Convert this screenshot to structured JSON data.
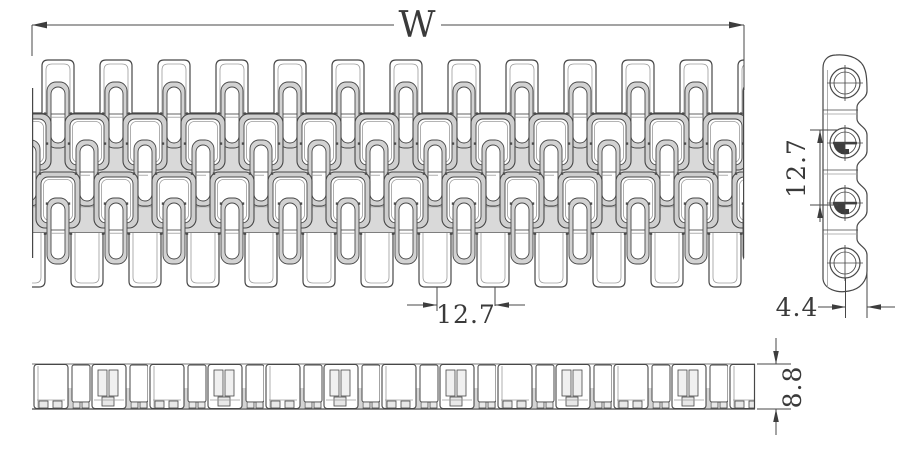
{
  "drawing": {
    "type": "engineering-drawing",
    "views": {
      "top_view": "modular conveyor belt top view",
      "side_view": "chain link side profile with hinge pins",
      "bottom_view": "belt edge elevation"
    },
    "dimensions": {
      "width_label": "W",
      "pitch": "12.7",
      "side_pitch": "12.7",
      "thickness": "4.4",
      "height": "8.8"
    },
    "colors": {
      "line": "#474747",
      "surface_gray": "#d9d9d9",
      "background": "#ffffff"
    }
  }
}
